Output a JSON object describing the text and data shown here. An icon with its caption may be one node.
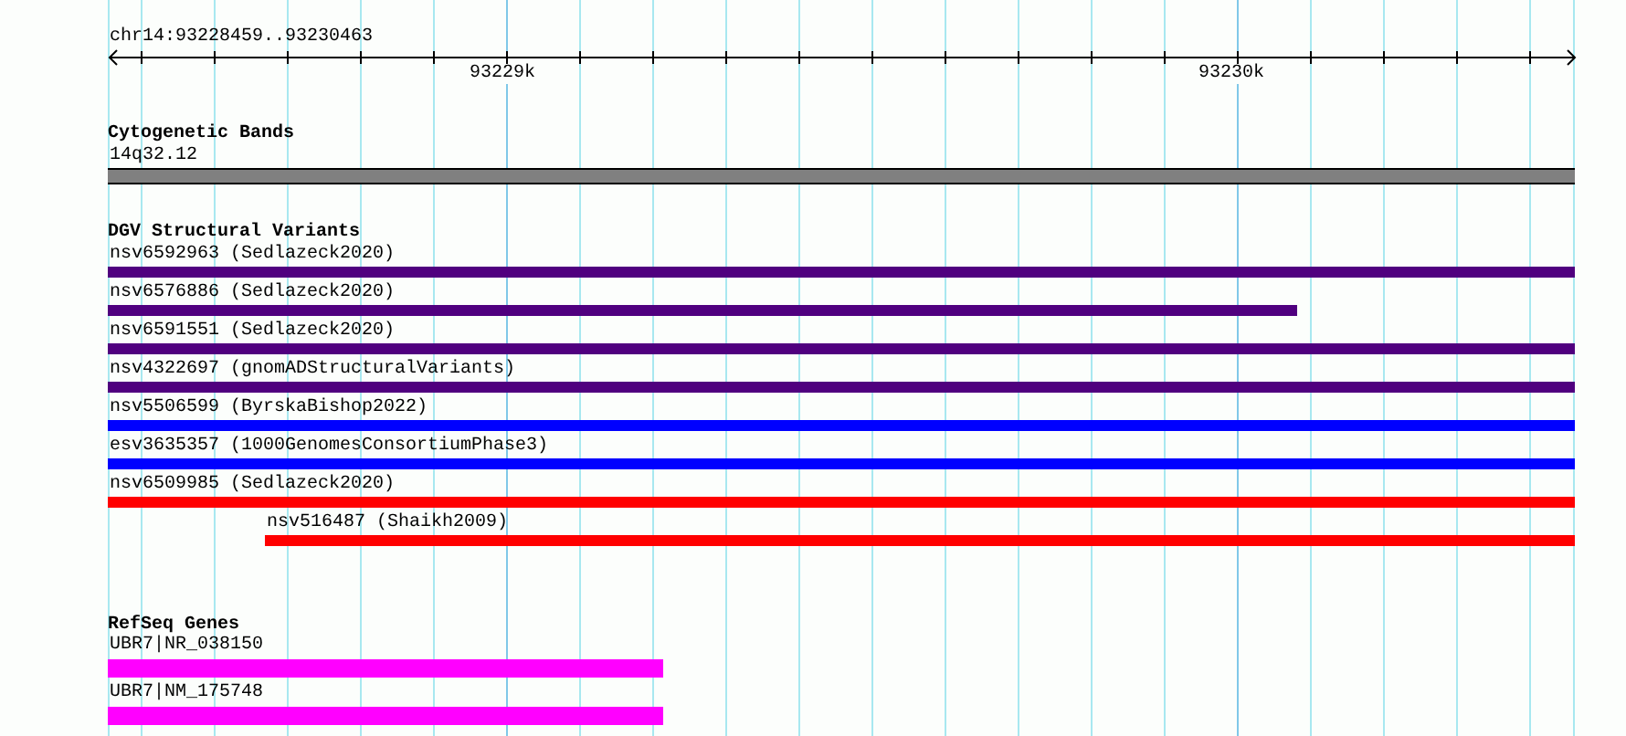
{
  "diagram": {
    "nodes": [
      {
        "text": [
          "14q32.12"
        ]
      },
      {
        "text": [
          "nsv6592963 (Sedlazeck2020)"
        ]
      },
      {
        "text": [
          "nsv6576886 (Sedlazeck2020)"
        ]
      },
      {
        "text": [
          "nsv6591551 (Sedlazeck2020)"
        ]
      },
      {
        "text": [
          "nsv4322697 (gnomADStructuralVariants)"
        ]
      },
      {
        "text": [
          "nsv5506599 (ByrskaBishop2022)"
        ]
      },
      {
        "text": [
          "esv3635357 (1000GenomesConsortiumPhase3)"
        ]
      },
      {
        "text": [
          "nsv6509985 (Sedlazeck2020)"
        ]
      },
      {
        "text": [
          "nsv516487 (Shaikh2009)"
        ]
      },
      {
        "text": [
          "UBR7|NR_038150"
        ]
      },
      {
        "text": [
          "UBR7|NM_175748"
        ]
      }
    ],
    "labels": [
      "chr14:93228459..93230463",
      "93229k",
      "93230k",
      "Cytogenetic Bands",
      "DGV Structural Variants",
      "RefSeq Genes"
    ]
  }
}
